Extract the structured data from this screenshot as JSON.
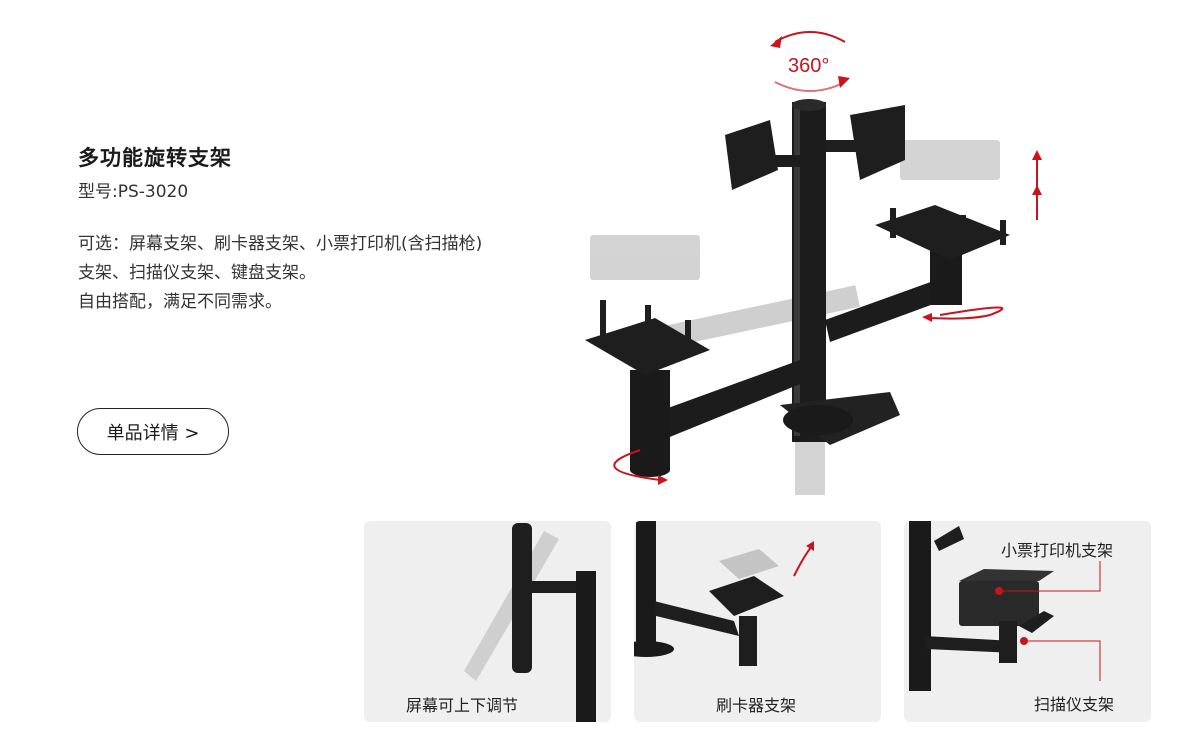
{
  "product": {
    "title": "多功能旋转支架",
    "model": "型号:PS-3020",
    "description": [
      "可选：屏幕支架、刷卡器支架、小票打印机(含扫描枪)",
      "支架、扫描仪支架、键盘支架。",
      "自由搭配，满足不同需求。"
    ],
    "detail_button": "单品详情 >"
  },
  "hero": {
    "rotation_label": "360°",
    "accent_color": "#c8141e"
  },
  "thumbnails": [
    {
      "caption": "屏幕可上下调节"
    },
    {
      "caption": "刷卡器支架"
    },
    {
      "callouts": [
        "小票打印机支架",
        "扫描仪支架"
      ]
    }
  ]
}
